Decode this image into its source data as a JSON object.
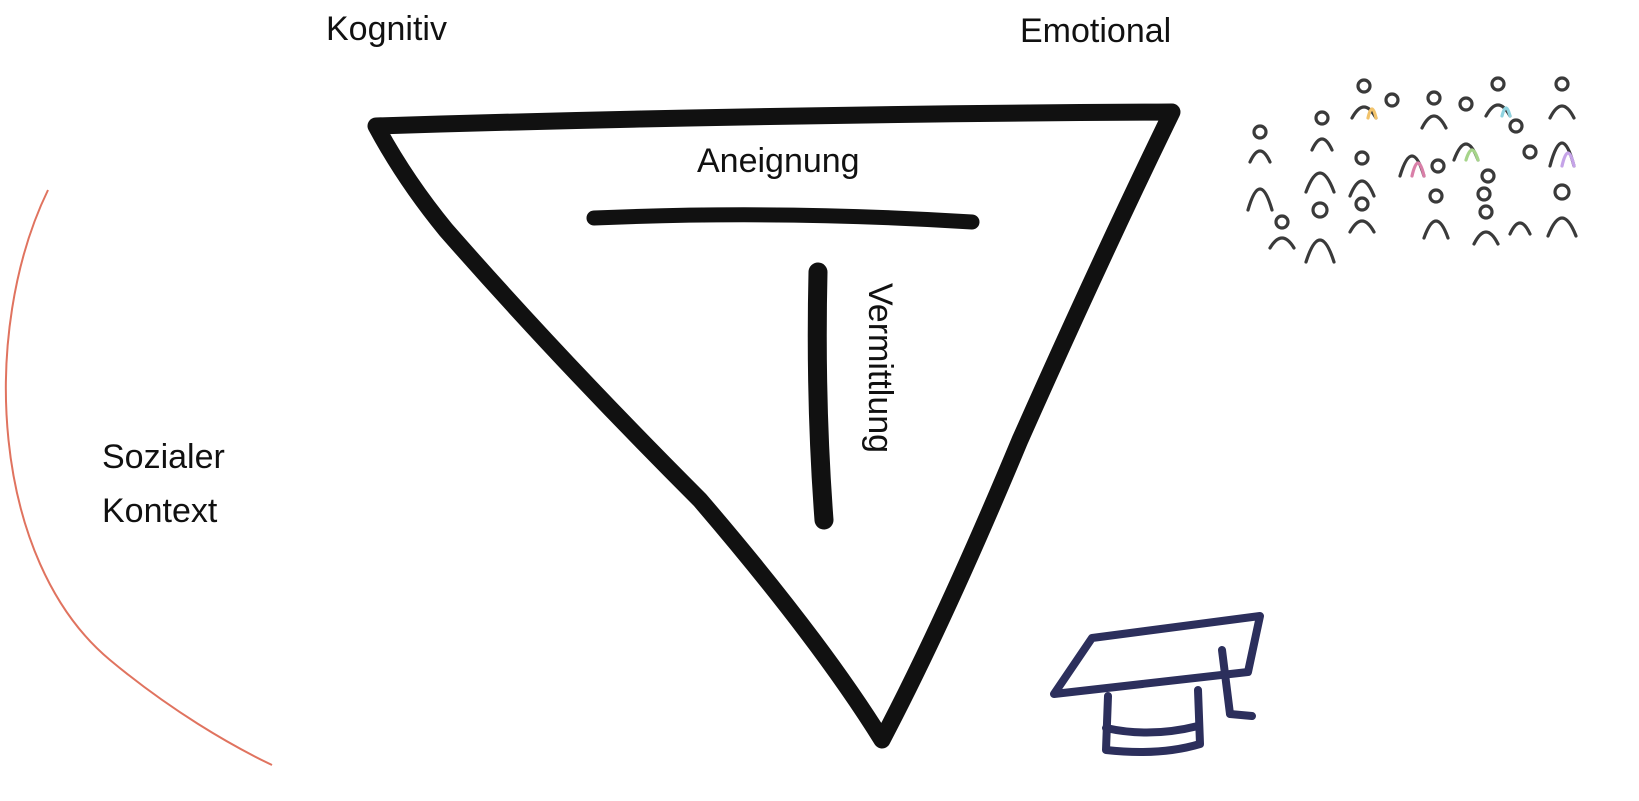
{
  "diagram": {
    "labels": {
      "kognitiv": "Kognitiv",
      "emotional": "Emotional",
      "aneignung": "Aneignung",
      "vermittlung": "Vermittlung",
      "social_line1": "Sozialer",
      "social_line2": "Kontext"
    },
    "colors": {
      "ink": "#111111",
      "arc": "#e0735f",
      "cap": "#2c2f5c",
      "people": "#3a3a3a",
      "people_accents": [
        "#f2c36b",
        "#8fd3e0",
        "#d97fa8",
        "#a6d48a",
        "#c5a3e8"
      ]
    },
    "icons": [
      "audience-people-icon",
      "graduation-cap-icon"
    ]
  }
}
